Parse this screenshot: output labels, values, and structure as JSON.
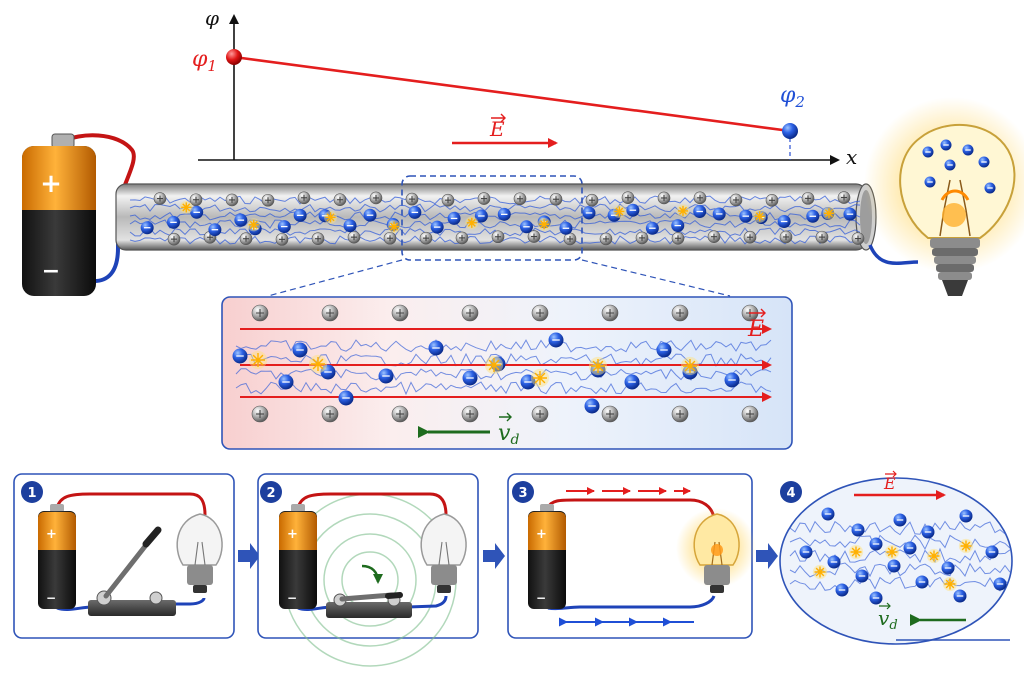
{
  "graph": {
    "y_axis_label": "φ",
    "x_axis_label": "x",
    "phi1_label": "φ",
    "phi1_sub": "1",
    "phi2_label": "φ",
    "phi2_sub": "2",
    "field_label": "E"
  },
  "battery": {
    "plus": "+",
    "minus": "−"
  },
  "zoom": {
    "field_label": "E",
    "drift_label": "v",
    "drift_sub": "d"
  },
  "steps": [
    {
      "number": "1"
    },
    {
      "number": "2"
    },
    {
      "number": "3"
    },
    {
      "number": "4",
      "field_label": "E",
      "drift_label": "v",
      "drift_sub": "d"
    }
  ],
  "colors": {
    "potential_line": "#e41e1e",
    "electron": "#1f4fd6",
    "ion": "#8a8a8a",
    "field_arrow": "#e41e1e",
    "drift_arrow": "#1e6b1e",
    "frame": "#2f54b8",
    "step_badge": "#1d3f9e"
  }
}
